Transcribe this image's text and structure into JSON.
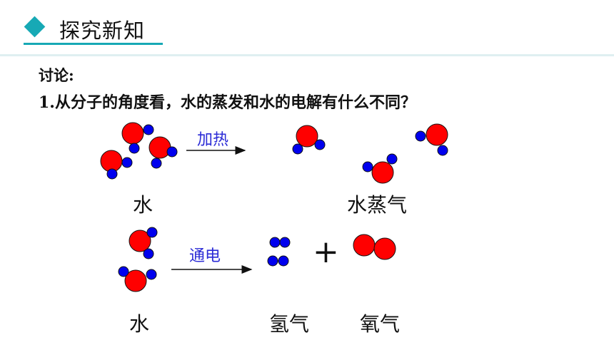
{
  "header": {
    "title": "探究新知",
    "accent_color": "#17a9b5"
  },
  "discussion": {
    "label": "讨论:",
    "question": "1.从分子的角度看，水的蒸发和水的电解有什么不同？"
  },
  "evaporation": {
    "condition": "加热",
    "reactant_label": "水",
    "product_label": "水蒸气"
  },
  "electrolysis": {
    "condition": "通电",
    "reactant_label": "水",
    "plus_sign": "+",
    "product_1_label": "氢气",
    "product_2_label": "氧气"
  },
  "colors": {
    "oxygen_atom": "#ff0000",
    "hydrogen_atom": "#0000ee",
    "atom_outline": "#111111",
    "condition_text": "#2b2bd6"
  }
}
